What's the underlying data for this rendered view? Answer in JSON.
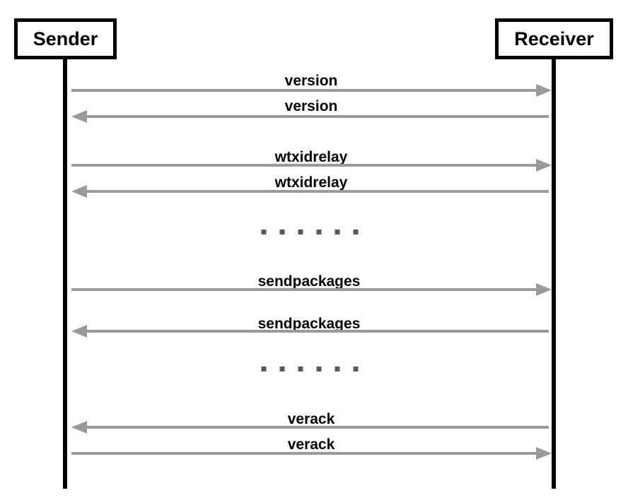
{
  "diagram": {
    "type": "sequence-diagram",
    "title": "",
    "colors": {
      "actor_border": "#000000",
      "lifeline": "#000000",
      "message_line": "#9a9a9a",
      "text": "#000000",
      "ellipsis_dot": "#595959",
      "background": "#ffffff"
    },
    "actors": [
      {
        "id": "sender",
        "label": "Sender"
      },
      {
        "id": "receiver",
        "label": "Receiver"
      }
    ],
    "messages": [
      {
        "label": "version",
        "from": "sender",
        "to": "receiver",
        "direction": "right"
      },
      {
        "label": "version",
        "from": "receiver",
        "to": "sender",
        "direction": "left"
      },
      {
        "label": "wtxidrelay",
        "from": "sender",
        "to": "receiver",
        "direction": "right"
      },
      {
        "label": "wtxidrelay",
        "from": "receiver",
        "to": "sender",
        "direction": "left"
      },
      {
        "label": "sendpackages",
        "from": "sender",
        "to": "receiver",
        "direction": "right"
      },
      {
        "label": "sendpackages",
        "from": "receiver",
        "to": "sender",
        "direction": "left"
      },
      {
        "label": "verack",
        "from": "receiver",
        "to": "sender",
        "direction": "left"
      },
      {
        "label": "verack",
        "from": "sender",
        "to": "receiver",
        "direction": "right"
      }
    ],
    "ellipsis": [
      {
        "dots": 6
      },
      {
        "dots": 6
      }
    ]
  }
}
